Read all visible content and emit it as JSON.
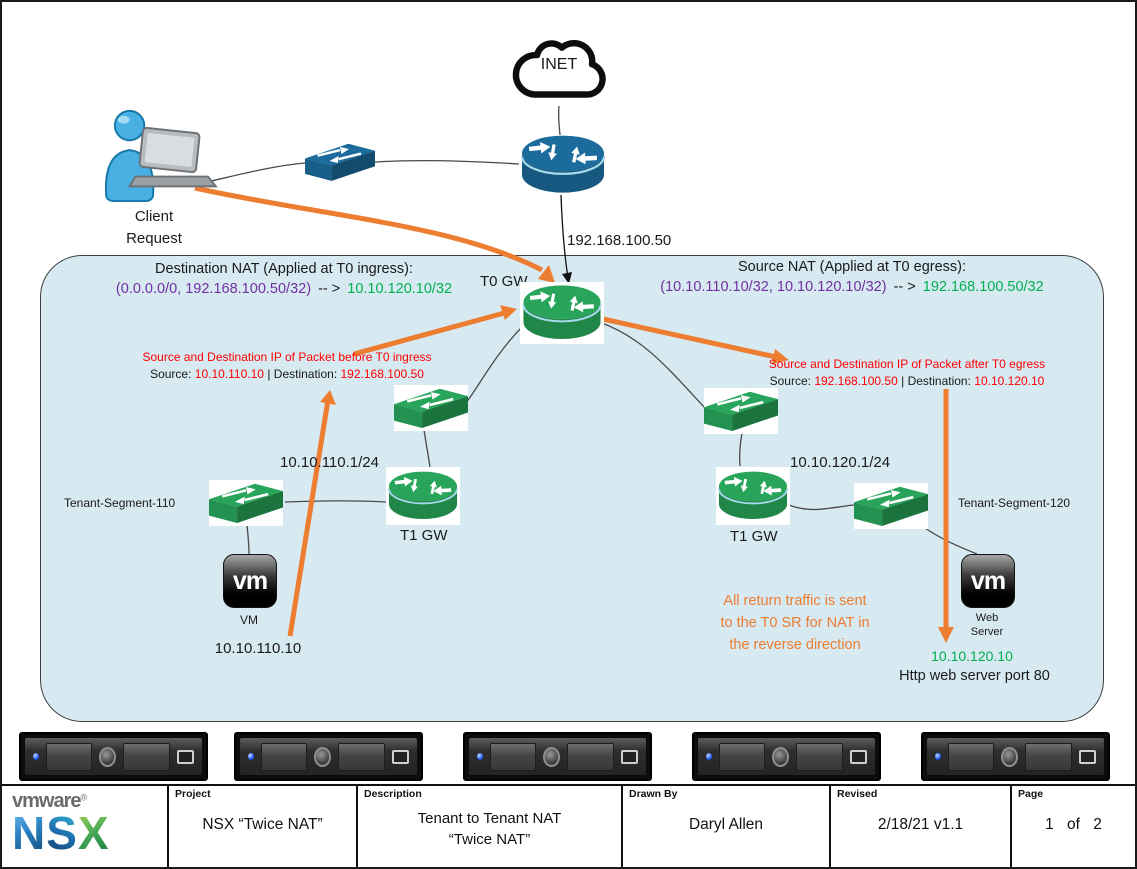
{
  "colors": {
    "accent_orange": "#ED7D31",
    "nat_match_purple": "#7030A0",
    "nat_translate_green": "#00B050",
    "packet_red": "#FF0000",
    "zone_background": "#D7E9F1",
    "device_green": "#28A55A",
    "device_blue": "#1B6C9C"
  },
  "diagram": {
    "inet": "INET",
    "client": {
      "line1": "Client",
      "line2": "Request"
    },
    "wan_ip": "192.168.100.50",
    "t0": "T0 GW",
    "dest_nat": {
      "title": "Destination NAT (Applied at T0 ingress):",
      "match": "(0.0.0.0/0, 192.168.100.50/32)",
      "sep": "-- >",
      "translate": "10.10.120.10/32"
    },
    "src_nat": {
      "title": "Source NAT (Applied at T0 egress):",
      "match": "(10.10.110.10/32, 10.10.120.10/32)",
      "sep": "-- >",
      "translate": "192.168.100.50/32"
    },
    "packet_before": {
      "heading": "Source and Destination IP of Packet before T0 ingress",
      "source_label": "Source:",
      "source_ip": "10.10.110.10",
      "pipe": "|",
      "dest_label": "Destination:",
      "dest_ip": "192.168.100.50"
    },
    "packet_after": {
      "heading": "Source and Destination IP of Packet after T0 egress",
      "source_label": "Source:",
      "source_ip": "192.168.100.50",
      "pipe": "|",
      "dest_label": "Destination:",
      "dest_ip": "10.10.120.10"
    },
    "t1_left": "T1 GW",
    "t1_right": "T1 GW",
    "subnet_left": "10.10.110.1/24",
    "subnet_right": "10.10.120.1/24",
    "segment_left": "Tenant-Segment-110",
    "segment_right": "Tenant-Segment-120",
    "vm_badge": "vm",
    "vm_label": "VM",
    "vm_ip": "10.10.110.10",
    "web_label": {
      "line1": "Web",
      "line2": "Server"
    },
    "web_ip": "10.10.120.10",
    "web_note": "Http web server port 80",
    "return_note": {
      "line1": "All return traffic is sent",
      "line2": "to the T0 SR for NAT in",
      "line3": "the reverse direction"
    }
  },
  "titleblock": {
    "logo": {
      "brand": "vmware",
      "reg": "®",
      "product_letters": [
        "N",
        "S",
        "X"
      ]
    },
    "project": {
      "label": "Project",
      "value": "NSX “Twice NAT”"
    },
    "description": {
      "label": "Description",
      "line1": "Tenant to Tenant NAT",
      "line2": "“Twice NAT”"
    },
    "drawn_by": {
      "label": "Drawn By",
      "value": "Daryl Allen"
    },
    "revised": {
      "label": "Revised",
      "value": "2/18/21  v1.1"
    },
    "page": {
      "label": "Page",
      "value": "1 of 2"
    }
  }
}
